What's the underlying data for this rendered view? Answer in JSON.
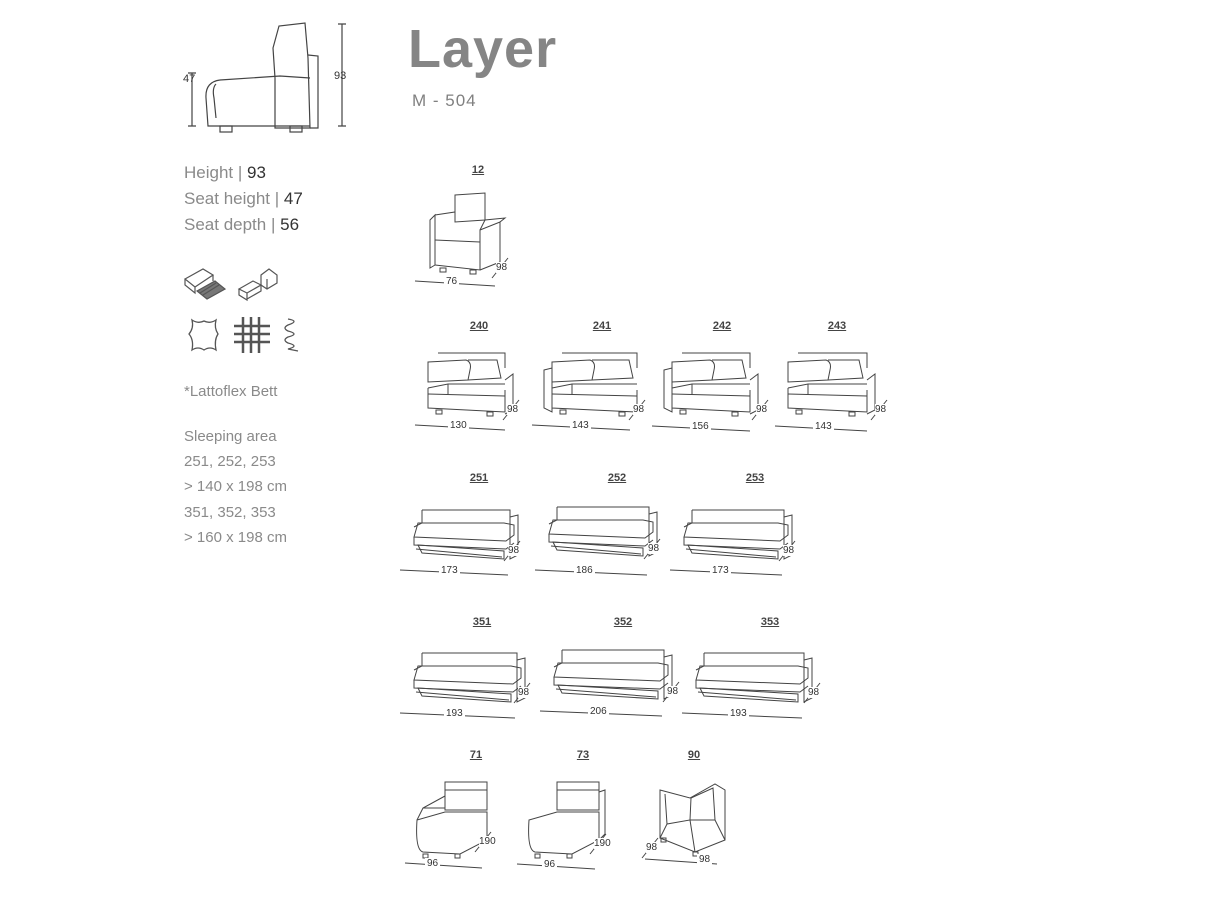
{
  "header": {
    "title": "Layer",
    "model": "M - 504"
  },
  "profile": {
    "seat_height_dim": "47",
    "height_dim": "93"
  },
  "specs": [
    {
      "label": "Height | ",
      "value": "93"
    },
    {
      "label": "Seat height | ",
      "value": "47"
    },
    {
      "label": "Seat depth | ",
      "value": "56"
    }
  ],
  "feature_icons": [
    "sofa-bed-icon",
    "modular-sofa-icon",
    "leather-icon",
    "fabric-grid-icon",
    "spring-icon"
  ],
  "note": "*Lattoflex Bett",
  "sleeping": {
    "heading": "Sleeping area",
    "lines": [
      "251, 252, 253",
      "> 140 x 198 cm",
      "351, 352, 353",
      "> 160 x 198 cm"
    ]
  },
  "modules": [
    {
      "code": "12",
      "width": "76",
      "depth": "98"
    },
    {
      "code": "240",
      "width": "130",
      "depth": "98"
    },
    {
      "code": "241",
      "width": "143",
      "depth": "98"
    },
    {
      "code": "242",
      "width": "156",
      "depth": "98"
    },
    {
      "code": "243",
      "width": "143",
      "depth": "98"
    },
    {
      "code": "251",
      "width": "173",
      "depth": "98"
    },
    {
      "code": "252",
      "width": "186",
      "depth": "98"
    },
    {
      "code": "253",
      "width": "173",
      "depth": "98"
    },
    {
      "code": "351",
      "width": "193",
      "depth": "98"
    },
    {
      "code": "352",
      "width": "206",
      "depth": "98"
    },
    {
      "code": "353",
      "width": "193",
      "depth": "98"
    },
    {
      "code": "71",
      "width": "96",
      "depth": "190"
    },
    {
      "code": "73",
      "width": "96",
      "depth": "190"
    },
    {
      "code": "90",
      "width": "98",
      "depth": "98"
    }
  ],
  "colors": {
    "text": "#8a8a8a",
    "value": "#333333",
    "line": "#444444"
  }
}
